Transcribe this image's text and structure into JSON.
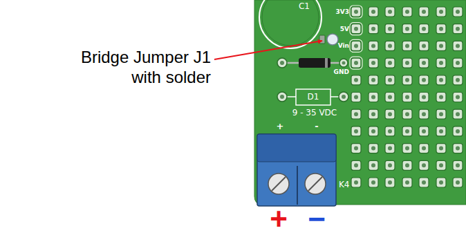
{
  "diagram": {
    "labels": [
      "Bridge Jumper J1 with solder",
      "C1",
      "3V3",
      "5V",
      "Vin",
      "GND",
      "D1",
      "9 - 35 VDC",
      "+",
      "-",
      "K4",
      "+",
      "−"
    ]
  }
}
